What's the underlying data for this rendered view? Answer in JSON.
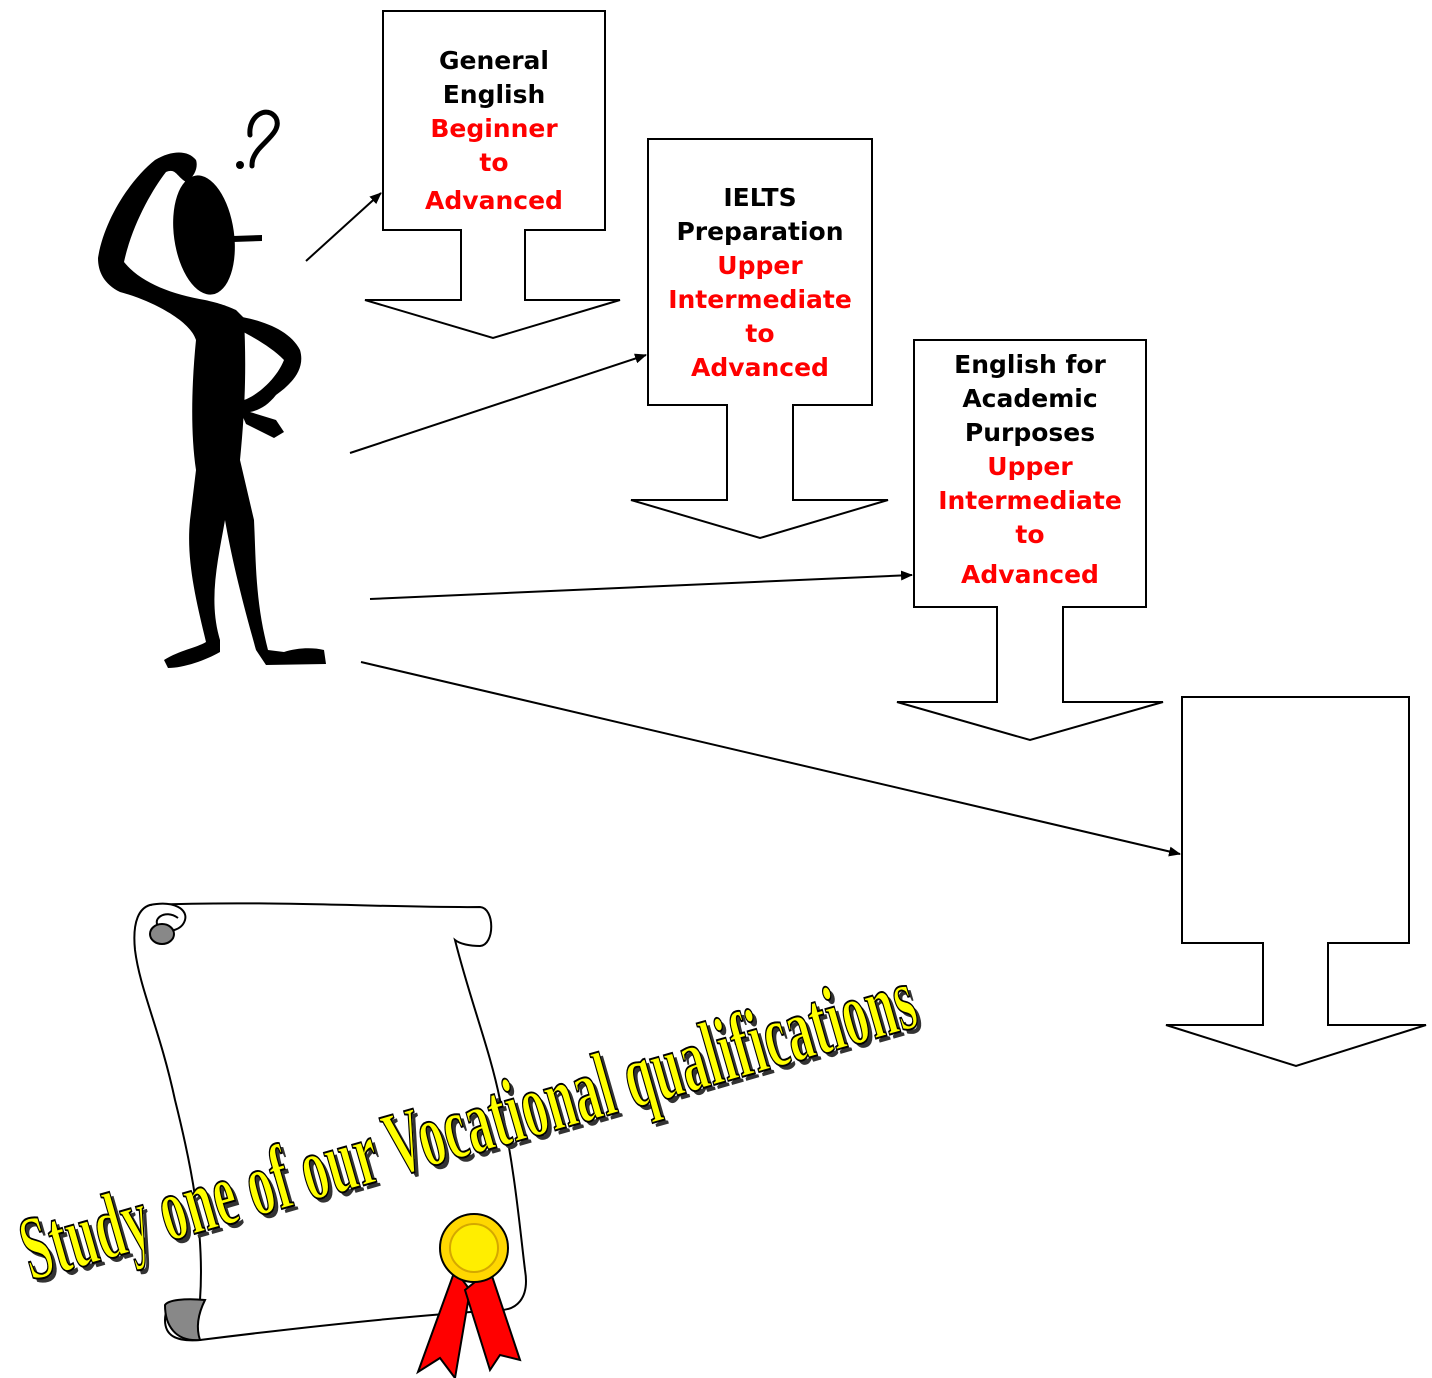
{
  "colors": {
    "line": "#000000",
    "level_text": "#ff0000",
    "banner_fill": "#ffff00",
    "seal_gold": "#ffd700",
    "ribbon": "#ff0000"
  },
  "courses": [
    {
      "title_lines": [
        "General",
        "English"
      ],
      "level_lines": [
        "Beginner",
        "to",
        "Advanced"
      ]
    },
    {
      "title_lines": [
        "IELTS",
        "Preparation"
      ],
      "level_lines": [
        "Upper",
        "Intermediate",
        "to",
        "Advanced"
      ]
    },
    {
      "title_lines": [
        "English for",
        "Academic",
        "Purposes"
      ],
      "level_lines": [
        "Upper",
        "Intermediate",
        "to",
        "Advanced"
      ]
    },
    {
      "title_lines": [],
      "level_lines": []
    }
  ],
  "banner": {
    "text": "Study one of our Vocational qualifications"
  },
  "icons": {
    "figure": "thinking-person-icon",
    "question": "question-mark-icon",
    "scroll": "diploma-scroll-icon",
    "seal": "award-seal-icon"
  }
}
